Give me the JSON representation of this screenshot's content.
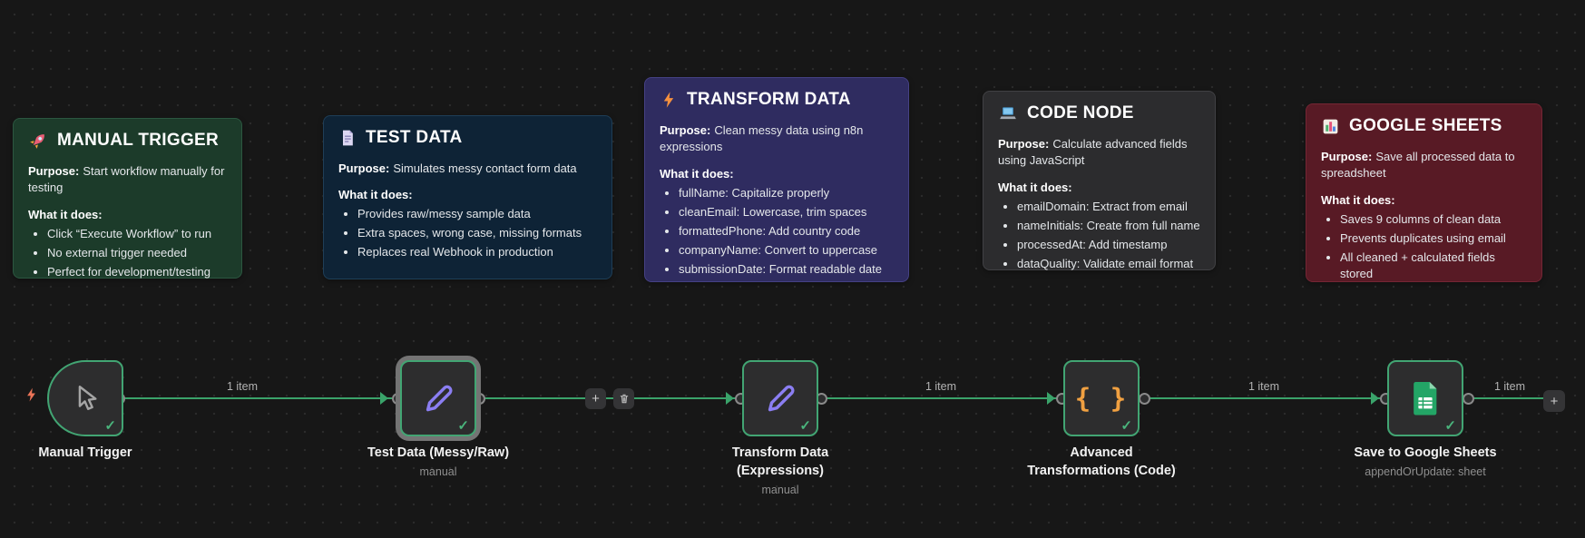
{
  "labels": {
    "purpose": "Purpose:",
    "what": "What it does:"
  },
  "colors": {
    "canvas_bg": "#171717",
    "accent_green": "#3aa36a",
    "note_green": "#1c3b2a",
    "note_navy": "#0e2336",
    "note_purple": "#2f2c60",
    "note_gray": "#2c2c2e",
    "note_maroon": "#581a25"
  },
  "sticky_notes": [
    {
      "icon": "rocket-icon",
      "title": "MANUAL TRIGGER",
      "purpose": "Start workflow manually for testing",
      "bullets": [
        "Click “Execute Workflow” to run",
        "No external trigger needed",
        "Perfect for development/testing"
      ]
    },
    {
      "icon": "document-icon",
      "title": "TEST DATA",
      "purpose": "Simulates messy contact form data",
      "bullets": [
        "Provides raw/messy sample data",
        "Extra spaces, wrong case, missing formats",
        "Replaces real Webhook in production"
      ]
    },
    {
      "icon": "lightning-icon",
      "title": "TRANSFORM DATA",
      "purpose": "Clean messy data using n8n expressions",
      "bullets": [
        "fullName: Capitalize properly",
        "cleanEmail: Lowercase, trim spaces",
        "formattedPhone: Add country code",
        "companyName: Convert to uppercase",
        "submissionDate: Format readable date"
      ]
    },
    {
      "icon": "laptop-icon",
      "title": "CODE NODE",
      "purpose": "Calculate advanced fields using JavaScript",
      "bullets": [
        "emailDomain: Extract from email",
        "nameInitials: Create from full name",
        "processedAt: Add timestamp",
        "dataQuality: Validate email format"
      ]
    },
    {
      "icon": "bar-chart-icon",
      "title": "GOOGLE SHEETS",
      "purpose": "Save all processed data to spreadsheet",
      "bullets": [
        "Saves 9 columns of clean data",
        "Prevents duplicates using email",
        "All cleaned + calculated fields stored"
      ]
    }
  ],
  "nodes": [
    {
      "icon": "cursor-icon",
      "label": "Manual Trigger",
      "subtitle": ""
    },
    {
      "icon": "pencil-icon",
      "label": "Test Data (Messy/Raw)",
      "subtitle": "manual"
    },
    {
      "icon": "pencil-icon",
      "label": "Transform Data (Expressions)",
      "subtitle": "manual"
    },
    {
      "icon": "code-braces-icon",
      "label": "Advanced Transformations (Code)",
      "subtitle": ""
    },
    {
      "icon": "google-sheets-icon",
      "label": "Save to Google Sheets",
      "subtitle": "appendOrUpdate: sheet"
    }
  ],
  "connections": [
    {
      "label": "1 item"
    },
    {
      "label": ""
    },
    {
      "label": "1 item"
    },
    {
      "label": "1 item"
    },
    {
      "label": "1 item"
    }
  ],
  "buttons": {
    "add": "+",
    "check": "✓"
  }
}
